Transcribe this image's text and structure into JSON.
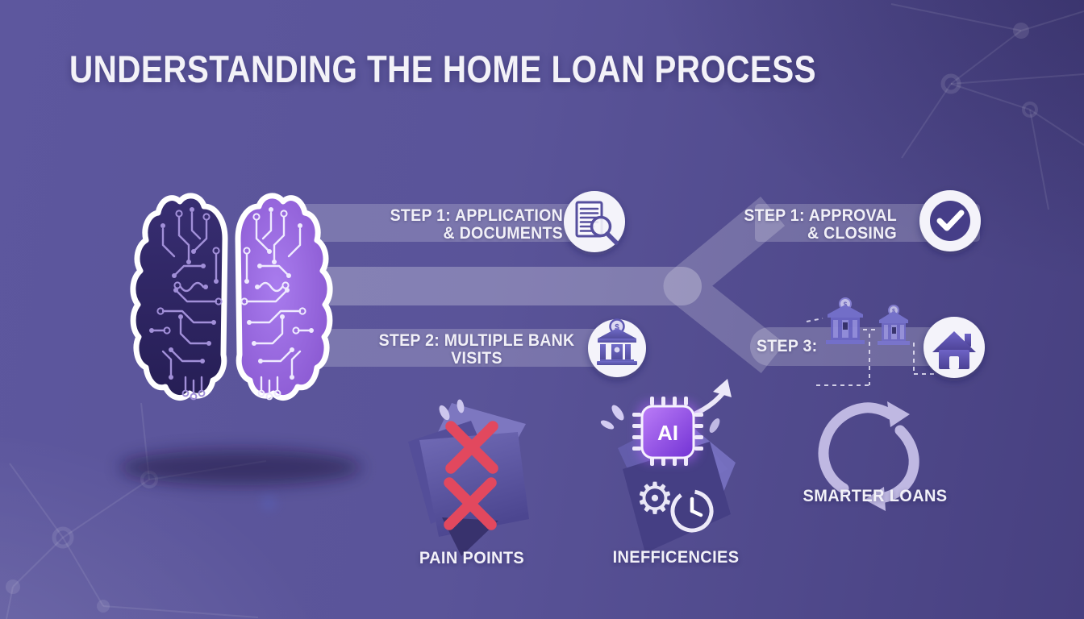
{
  "title": "UNDERSTANDING THE HOME LOAN PROCESS",
  "flow_left": {
    "step1": {
      "line1": "STEP 1: APPLICATION",
      "line2": "& DOCUMENTS"
    },
    "step2": {
      "line1": "STEP 2: MULTIPLE BANK",
      "line2": "VISITS"
    }
  },
  "flow_right": {
    "step1": {
      "line1": "STEP 1: APPROVAL",
      "line2": "& CLOSING"
    },
    "step3": {
      "label": "STEP 3:"
    }
  },
  "bottom": {
    "pain_points_label": "PAIN POINTS",
    "inefficiencies_label": "INEFFICENCIES",
    "smarter_loans_label": "SMARTER LOANS"
  },
  "icons": {
    "brain": "circuit-brain-icon",
    "step1_left": "document-search-icon",
    "step2_left": "bank-icon",
    "step1_right": "check-circle-icon",
    "step3_right": "home-icon",
    "pain_points": "crossed-papers-icon",
    "inefficiencies": "ai-chip-icon",
    "smarter_loans": "cycle-arrows-icon",
    "ai_chip_label": "AI",
    "gear_glyph": "⚙",
    "coin_symbol": "$"
  },
  "colors": {
    "bg_light": "#6f68ab",
    "bg_dark": "#443d7e",
    "bar_tint": "#ffffff",
    "text": "#f2f1f8",
    "red_x": "#e2485e",
    "chip_purple": "#8a46e0",
    "brain_left_dark": "#2f2663",
    "brain_right_purple": "#9165d8",
    "icon_stroke_purple": "#564f9e"
  }
}
